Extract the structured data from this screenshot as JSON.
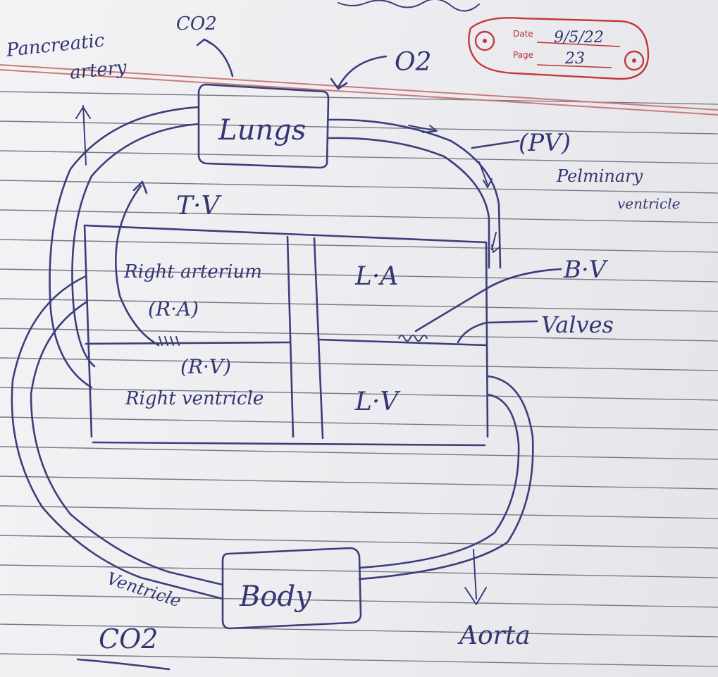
{
  "stamp": {
    "date_label": "Date",
    "date_value": "9/5/22",
    "page_label": "Page",
    "page_value": "23"
  },
  "labels": {
    "pancreatic_artery": [
      "Pancreatic",
      "artery"
    ],
    "co2_top": "CO2",
    "o2_top": "O2",
    "lungs": "Lungs",
    "pv": "(PV)",
    "pulmonary_ventricle": [
      "Pelminary",
      "ventricle"
    ],
    "tv": "T·V",
    "right_atrium": "Right arterium",
    "ra": "(R·A)",
    "rv": "(R·V)",
    "right_ventricle": "Right ventricle",
    "la": "L·A",
    "lv": "L·V",
    "bv": "B·V",
    "valves": "Valves",
    "body": "Body",
    "ventricle_bottom": "Ventricle",
    "co2_bottom": "CO2",
    "aorta": "Aorta"
  },
  "colors": {
    "ink": "#3b3e7a",
    "stamp": "#c23a3a",
    "paper": "#f0f0f3"
  }
}
